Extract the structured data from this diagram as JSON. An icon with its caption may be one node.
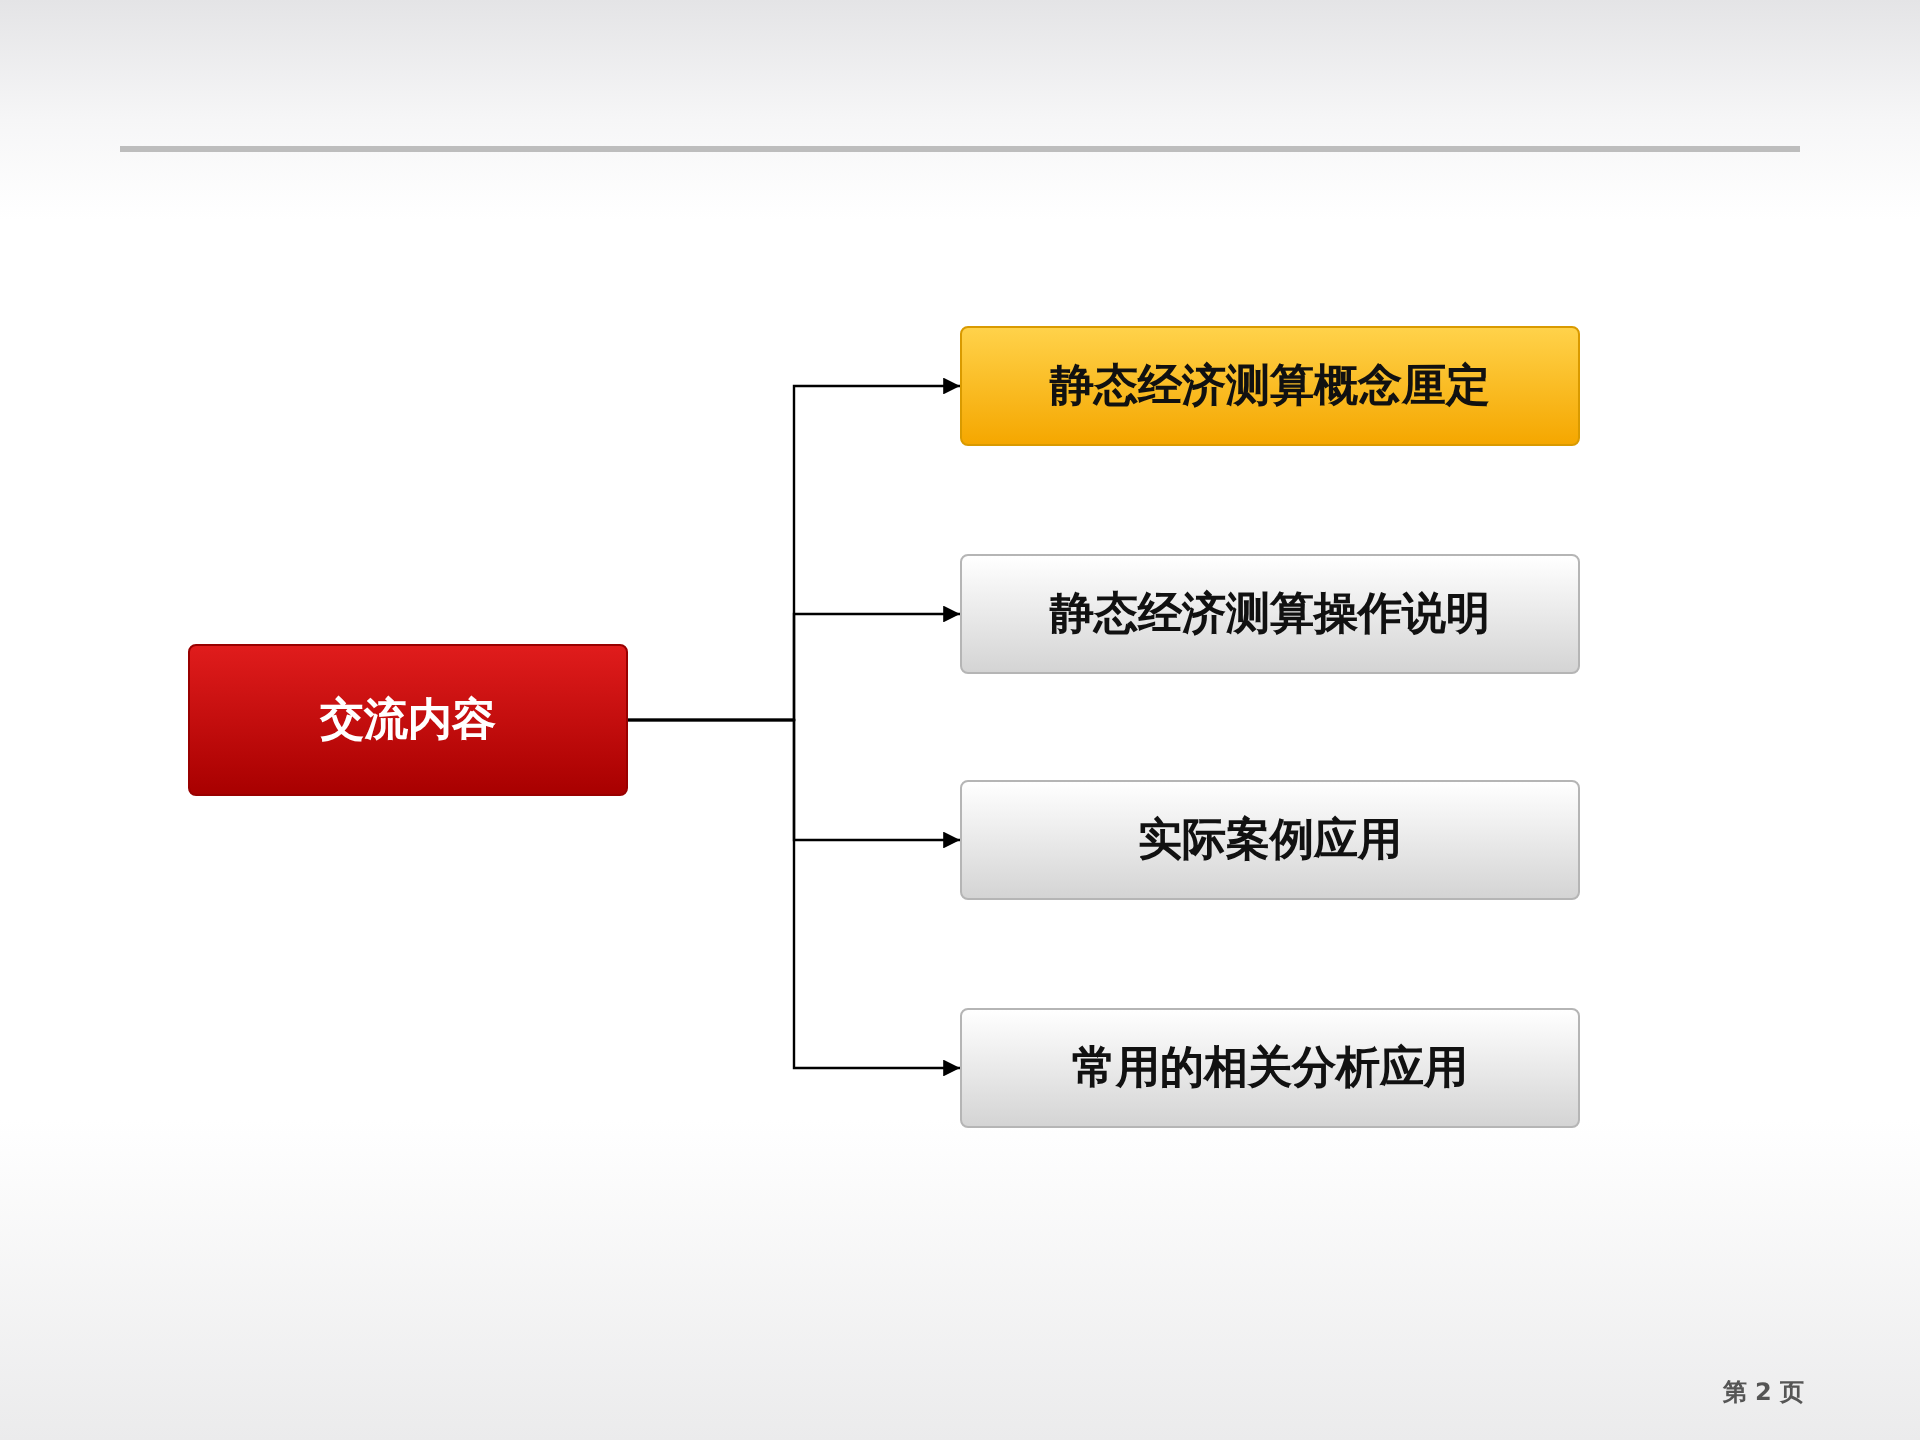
{
  "diagram": {
    "nodes": [
      {
        "text": [
          "交流内容"
        ]
      },
      {
        "text": [
          "静态经济测算概念厘定"
        ]
      },
      {
        "text": [
          "静态经济测算操作说明"
        ]
      },
      {
        "text": [
          "实际案例应用"
        ]
      },
      {
        "text": [
          "常用的相关分析应用"
        ]
      }
    ],
    "edges": [
      {
        "from": 0,
        "to": 1,
        "arrow": "to"
      },
      {
        "from": 0,
        "to": 2,
        "arrow": "to"
      },
      {
        "from": 0,
        "to": 3,
        "arrow": "to"
      },
      {
        "from": 0,
        "to": 4,
        "arrow": "to"
      }
    ],
    "labels": [
      "第 2 页"
    ]
  }
}
